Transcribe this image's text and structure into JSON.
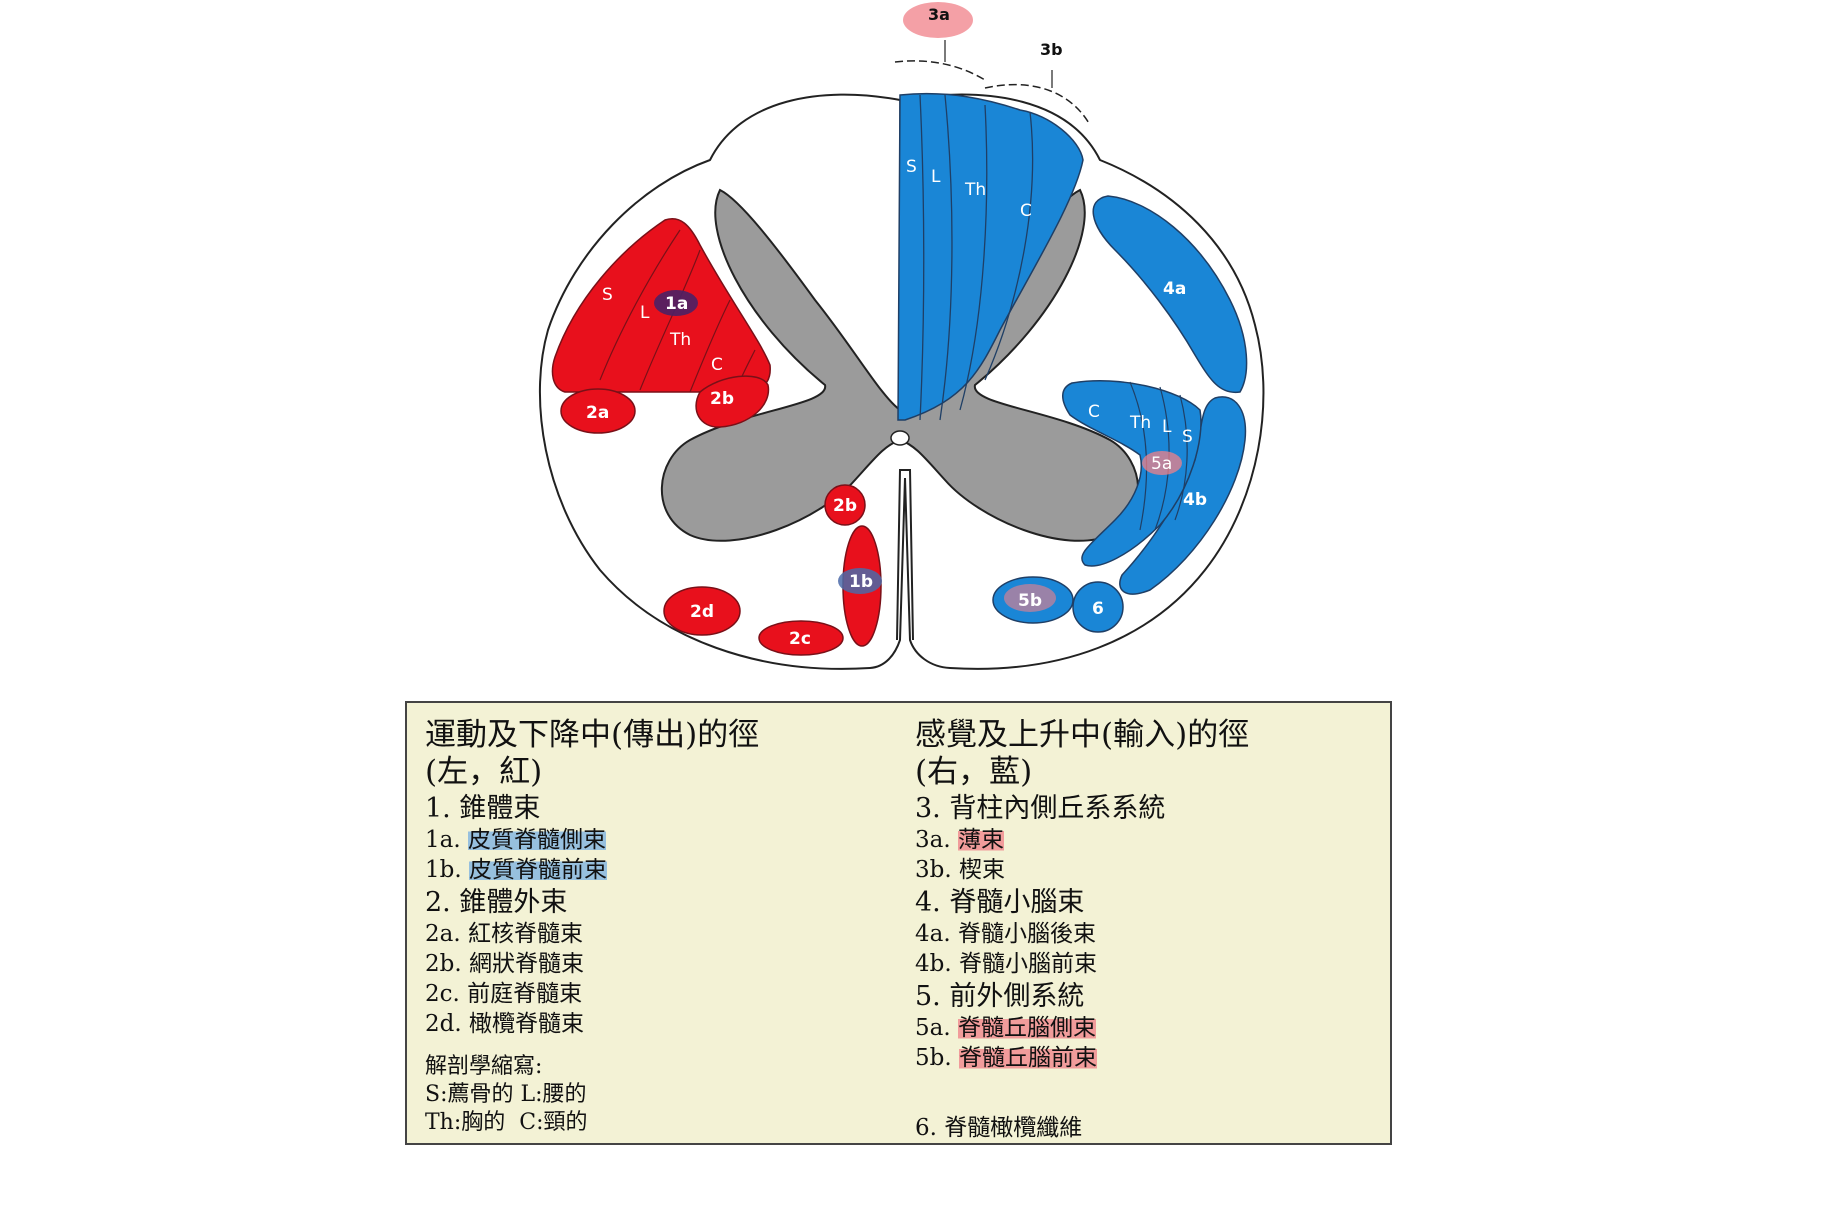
{
  "diagram": {
    "labels": {
      "dorsal_gracile": "3a",
      "dorsal_cuneate": "3b",
      "dorsal_S": "S",
      "dorsal_L": "L",
      "dorsal_Th": "Th",
      "dorsal_C": "C",
      "lat_cst_S": "S",
      "lat_cst_L": "L",
      "lat_cst_1a": "1a",
      "lat_cst_Th": "Th",
      "lat_cst_C": "C",
      "rubro": "2a",
      "reti_lat": "2b",
      "reti_ant": "2b",
      "ant_cst": "1b",
      "vest": "2c",
      "olivo": "2d",
      "dscb": "4a",
      "vscb": "4b",
      "alc_C": "C",
      "alc_Th": "Th",
      "alc_L": "L",
      "alc_S": "S",
      "alc_5a": "5a",
      "alc_5b": "5b",
      "spino_olivary": "6"
    },
    "colors": {
      "motor": "#e8101c",
      "sensory": "#1a86d6",
      "gray_matter": "#9b9b9b",
      "highlight_red": "#f08088",
      "highlight_blue": "#78afe1"
    }
  },
  "legend": {
    "left": {
      "heading_1": "運動及下降中(傳出)的徑",
      "heading_2": "(左，紅)",
      "items": [
        {
          "text": "1. 錐體束",
          "kind": "group"
        },
        {
          "prefix": "1a. ",
          "text": "皮質脊髓側束",
          "kind": "item",
          "highlight": "blue"
        },
        {
          "prefix": "1b. ",
          "text": "皮質脊髓前束",
          "kind": "item",
          "highlight": "blue"
        },
        {
          "text": "2. 錐體外束",
          "kind": "group"
        },
        {
          "text": "2a. 紅核脊髓束",
          "kind": "item"
        },
        {
          "text": "2b. 網狀脊髓束",
          "kind": "item"
        },
        {
          "text": "2c. 前庭脊髓束",
          "kind": "item"
        },
        {
          "text": "2d. 橄欖脊髓束",
          "kind": "item"
        }
      ],
      "abbr_title": "解剖學縮寫:",
      "abbr_line_1": "S:薦骨的 L:腰的",
      "abbr_line_2": "Th:胸的  C:頸的"
    },
    "right": {
      "heading_1": "感覺及上升中(輸入)的徑",
      "heading_2": "(右，藍)",
      "items": [
        {
          "text": "3. 背柱內側丘系系統",
          "kind": "group"
        },
        {
          "prefix": "3a. ",
          "text": "薄束",
          "kind": "item",
          "highlight": "red"
        },
        {
          "text": "3b. 楔束",
          "kind": "item"
        },
        {
          "text": "4. 脊髓小腦束",
          "kind": "group"
        },
        {
          "text": "4a. 脊髓小腦後束",
          "kind": "item"
        },
        {
          "text": "4b. 脊髓小腦前束",
          "kind": "item"
        },
        {
          "text": "5. 前外側系統",
          "kind": "group"
        },
        {
          "prefix": "5a. ",
          "text": "脊髓丘腦側束",
          "kind": "item",
          "highlight": "red"
        },
        {
          "prefix": "5b. ",
          "text": "脊髓丘腦前束",
          "kind": "item",
          "highlight": "red"
        }
      ],
      "last_item": "6. 脊髓橄欖纖維"
    }
  }
}
